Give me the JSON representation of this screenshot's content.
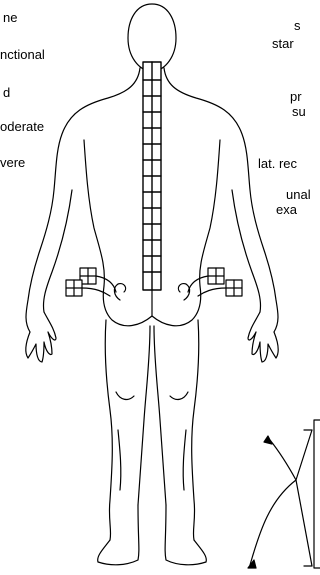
{
  "left_labels": [
    "ne",
    "nctional",
    "d",
    "oderate",
    "vere"
  ],
  "right_labels": {
    "top": "s",
    "standing": "star",
    "pr": "pr",
    "su": "su",
    "lat_rec": "lat. rec",
    "unal": "unal",
    "exa": "exa"
  },
  "icons": [
    "posterior-body-outline",
    "spine-grid",
    "sacroiliac-markers",
    "foot-outline"
  ]
}
